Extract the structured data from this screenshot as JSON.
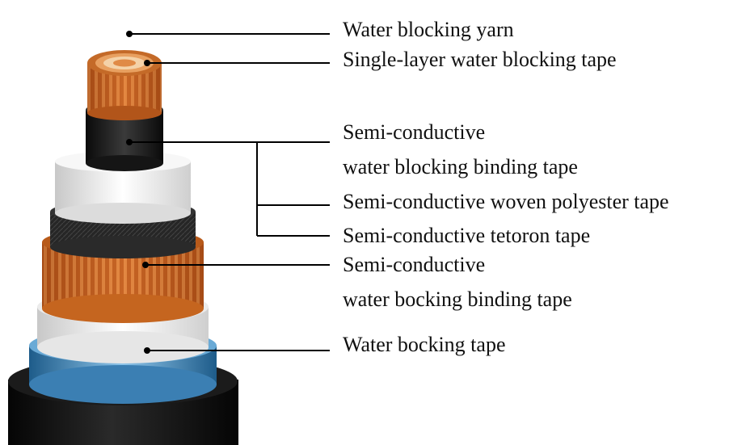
{
  "labels": {
    "water_blocking_yarn": "Water blocking yarn",
    "single_layer_tape": "Single-layer water blocking tape",
    "semi_cond_binding_line1": "Semi-conductive",
    "semi_cond_binding_line2": "water blocking binding tape",
    "semi_cond_woven": "Semi-conductive woven polyester tape",
    "semi_cond_tetoron": "Semi-conductive tetoron tape",
    "semi_cond_binding2_line1": "Semi-conductive",
    "semi_cond_binding2_line2": "water bocking binding tape",
    "water_bocking_tape": "Water bocking tape"
  },
  "colors": {
    "copper": "#c8621e",
    "black_layer": "#1a1a1a",
    "insulation": "#f2f2f2",
    "blue_layer": "#4a8fc0",
    "outer_sheath": "#0e0e0e",
    "leader_line": "#000000"
  }
}
